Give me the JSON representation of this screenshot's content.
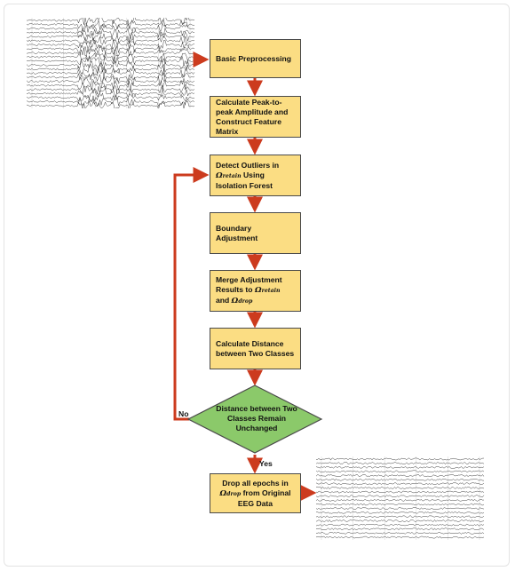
{
  "steps": {
    "s1": "Basic Preprocessing",
    "s2": "Calculate Peak-to-peak Amplitude and Construct Feature Matrix",
    "s3_a": "Detect Outliers in",
    "s3_sym": "Ω",
    "s3_sub": "retain",
    "s3_b": "Using Isolation Forest",
    "s4": "Boundary Adjustment",
    "s5_a": "Merge Adjustment Results to",
    "s5_sym1": "Ω",
    "s5_sub1": "retain",
    "s5_and": "and",
    "s5_sym2": "Ω",
    "s5_sub2": "drop",
    "s6": "Calculate Distance between Two Classes",
    "decision": "Distance between Two Classes Remain Unchanged",
    "s8_a": "Drop all epochs in",
    "s8_sym": "Ω",
    "s8_sub": "drop",
    "s8_b": "from Original EEG Data"
  },
  "labels": {
    "no": "No",
    "yes": "Yes"
  },
  "colors": {
    "box_fill": "#fbdd83",
    "diamond_fill": "#8bc96a",
    "arrow": "#cc3b1e",
    "border": "#4a4a4a"
  },
  "images": {
    "input_eeg": "raw-eeg-traces-with-artifacts",
    "output_eeg": "cleaned-eeg-traces"
  }
}
